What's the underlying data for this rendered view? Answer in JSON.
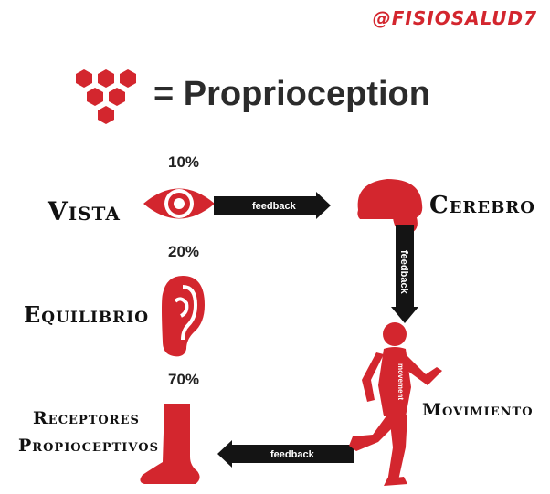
{
  "handle": "@FISIOSALUD7",
  "title": "= Proprioception",
  "nodes": {
    "vista": {
      "label": "Vista",
      "percent": "10%"
    },
    "equilibrio": {
      "label": "Equilibrio",
      "percent": "20%"
    },
    "receptores": {
      "label_line1": "Receptores",
      "label_line2": "Propioceptivos",
      "percent": "70%"
    },
    "cerebro": {
      "label": "Cerebro"
    },
    "movimiento": {
      "label": "Movimiento"
    }
  },
  "arrows": {
    "top": "feedback",
    "right": "feedback",
    "bottom": "feedback",
    "figure": "movement"
  },
  "colors": {
    "accent": "#d3262e",
    "arrow": "#141414",
    "text": "#111111"
  }
}
